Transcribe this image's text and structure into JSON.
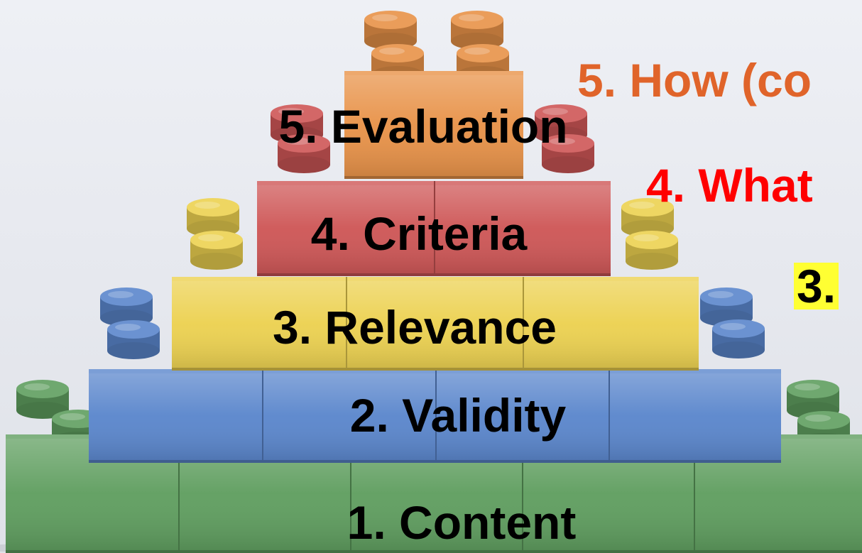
{
  "layers": [
    {
      "level": 1,
      "label": "1. Content",
      "brick_color": "#5f9e5f"
    },
    {
      "level": 2,
      "label": "2. Validity",
      "brick_color": "#5a86cc"
    },
    {
      "level": 3,
      "label": "3. Relevance",
      "brick_color": "#ecd150"
    },
    {
      "level": 4,
      "label": "4. Criteria",
      "brick_color": "#ce5656"
    },
    {
      "level": 5,
      "label": "5. Evaluation",
      "brick_color": "#e89248"
    }
  ],
  "questions": [
    {
      "level": 5,
      "label": "5. How (co",
      "color": "#e0642a"
    },
    {
      "level": 4,
      "label": "4. What",
      "color": "#ff0000"
    },
    {
      "level": 3,
      "label": "3.",
      "color": "#000000",
      "highlight": "#ffff33"
    }
  ]
}
